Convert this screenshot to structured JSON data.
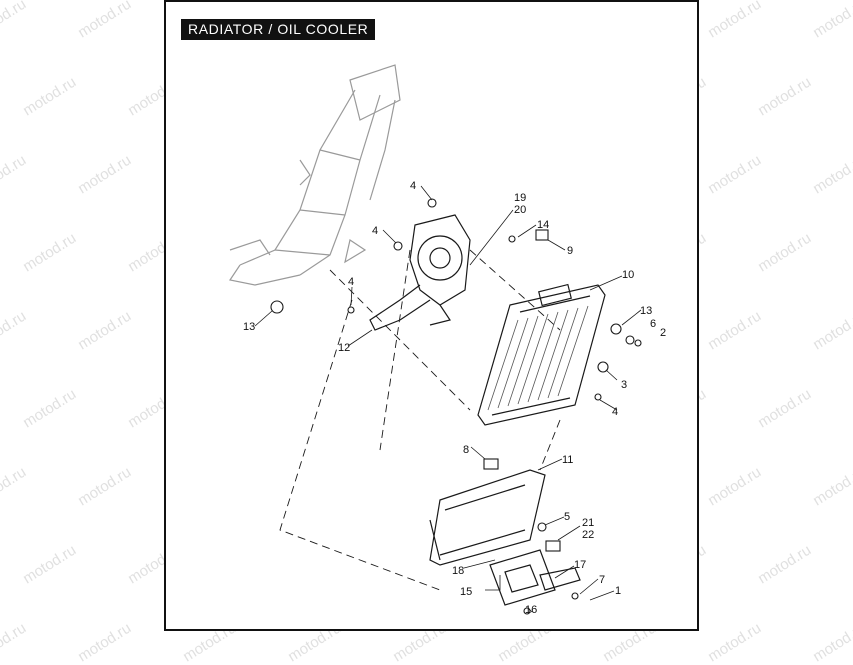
{
  "title": "RADIATOR / OIL COOLER",
  "watermark": "motod.ru",
  "callouts": {
    "c4a": "4",
    "c4b": "4",
    "c4c": "4",
    "c4d": "4",
    "c19": "19",
    "c20": "20",
    "c14": "14",
    "c9": "9",
    "c10": "10",
    "c13a": "13",
    "c13b": "13",
    "c6": "6",
    "c2": "2",
    "c3": "3",
    "c12": "12",
    "c8": "8",
    "c11": "11",
    "c5": "5",
    "c21": "21",
    "c22": "22",
    "c18": "18",
    "c17": "17",
    "c7": "7",
    "c1": "1",
    "c15": "15",
    "c16": "16"
  },
  "colors": {
    "line": "#1a1a1a",
    "frame_ghost": "#9a9a9a",
    "watermark": "#c8c8c8"
  }
}
